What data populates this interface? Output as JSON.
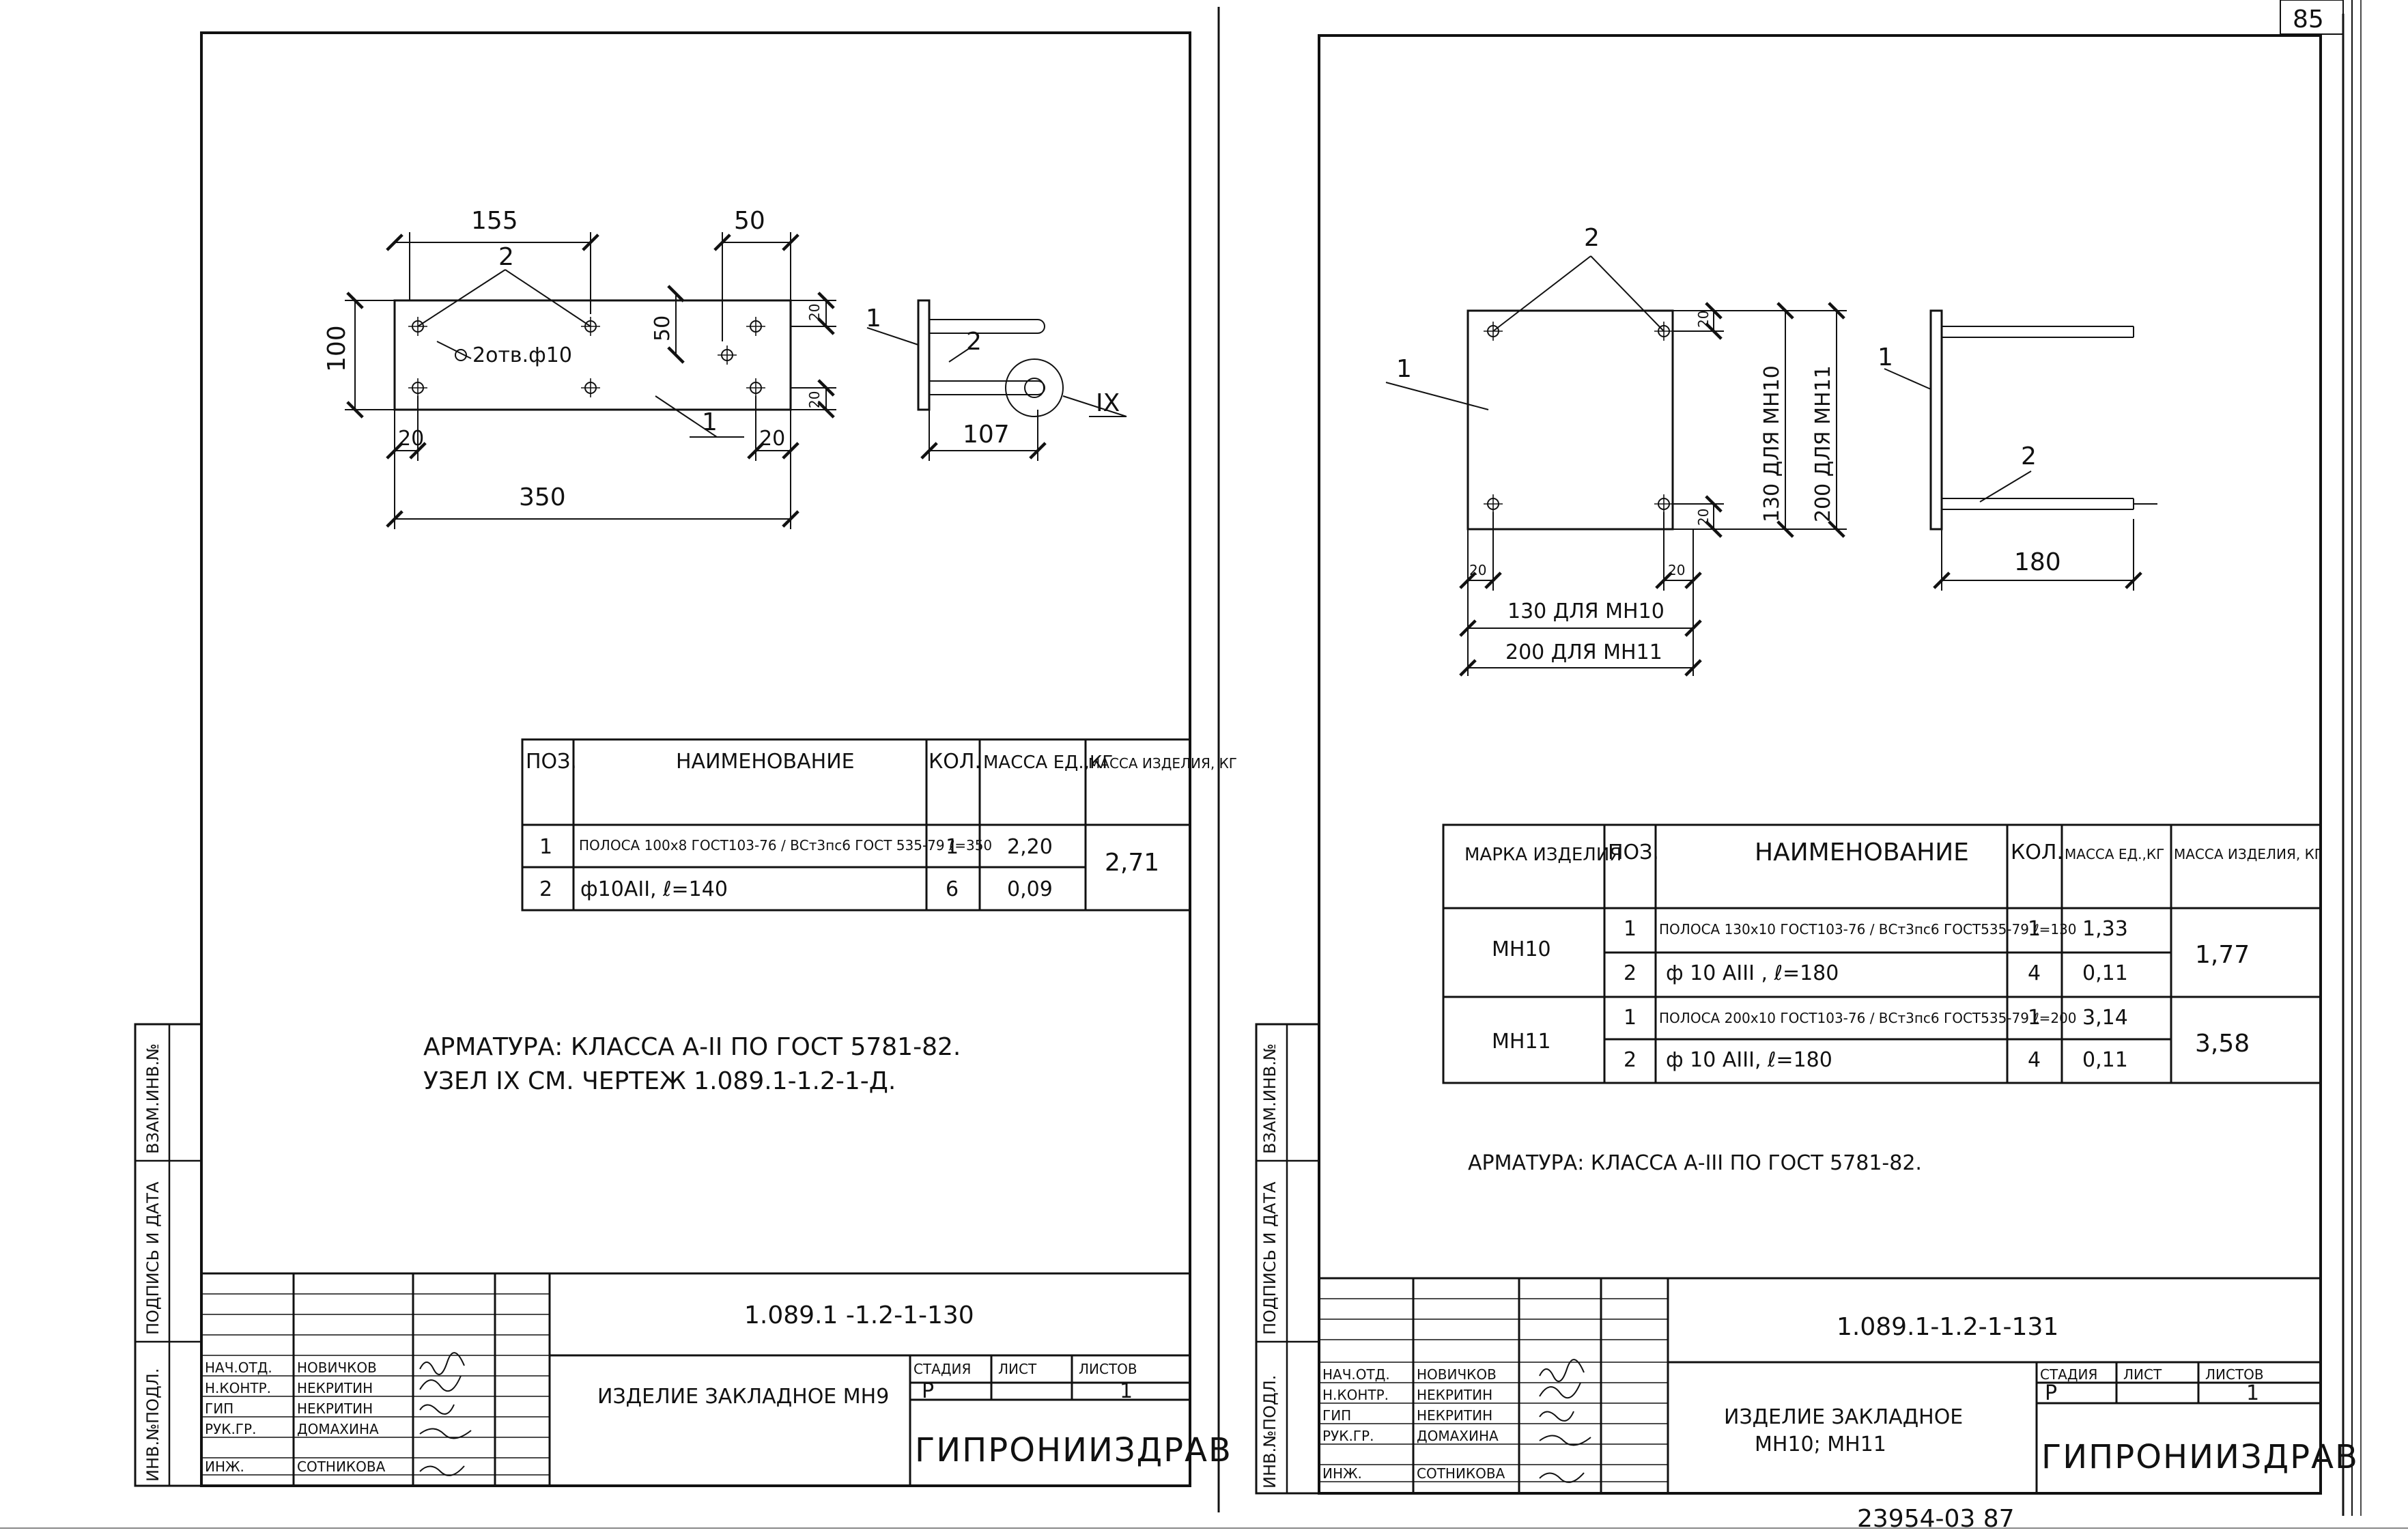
{
  "sheet_number": "85",
  "bottom_note": "23954-03   87",
  "left": {
    "drawing": {
      "dims": {
        "top_a": "155",
        "top_b": "50",
        "height": "100",
        "inner_50": "50",
        "right_20a": "20",
        "right_20b": "20",
        "left_20": "20",
        "right_bottom_20": "20",
        "overall": "350",
        "side_107": "107"
      },
      "holes_note": "2отв.ф10",
      "pos1": "1",
      "pos2a": "2",
      "pos2b": "2",
      "side_pos1": "1",
      "side_pos2": "2",
      "node": "IX"
    },
    "table": {
      "headers": {
        "pos": "ПОЗ.",
        "name": "НАИМЕНОВАНИЕ",
        "qty": "КОЛ.",
        "mass_unit": "МАССА ЕД.,КГ",
        "mass_item": "МАССА ИЗДЕЛИЯ, КГ"
      },
      "rows": [
        {
          "pos": "1",
          "name": "ПОЛОСА 100x8 ГОСТ103-76 / ВСт3пс6 ГОСТ 535-79  ℓ=350",
          "qty": "1",
          "mass_unit": "2,20"
        },
        {
          "pos": "2",
          "name": "ф10АII,    ℓ=140",
          "qty": "6",
          "mass_unit": "0,09"
        }
      ],
      "mass_item": "2,71"
    },
    "notes": [
      "АРМАТУРА: КЛАССА А-II ПО ГОСТ 5781-82.",
      "УЗЕЛ IX СМ. ЧЕРТЕЖ 1.089.1-1.2-1-Д."
    ],
    "title_block": {
      "code": "1.089.1 -1.2-1-130",
      "title": "ИЗДЕЛИЕ ЗАКЛАДНОЕ МН9",
      "roles": [
        "НАЧ.ОТД.",
        "Н.КОНТР.",
        "ГИП",
        "РУК.ГР.",
        "ИНЖ."
      ],
      "names": [
        "НОВИЧКОВ",
        "НЕКРИТИН",
        "НЕКРИТИН",
        "ДОМАХИНА",
        "СОТНИКОВА"
      ],
      "stage_label": "СТАДИЯ",
      "sheet_label": "ЛИСТ",
      "sheets_label": "ЛИСТОВ",
      "stage": "Р",
      "sheets": "1",
      "org": "ГИПРОНИИЗДРАВ"
    },
    "side_strip": [
      "ИНВ.№ПОДЛ.",
      "ПОДПИСЬ И ДАТА",
      "ВЗАМ.ИНВ.№"
    ]
  },
  "right": {
    "drawing": {
      "dims": {
        "top_20": "20",
        "bottom_20": "20",
        "left_20": "20",
        "right_20": "20",
        "v_mn10": "130 ДЛЯ МН10",
        "v_mn11": "200 ДЛЯ МН11",
        "h_mn10": "130 ДЛЯ МН10",
        "h_mn11": "200 ДЛЯ МН11",
        "side_180": "180"
      },
      "pos1": "1",
      "pos2": "2",
      "side_pos1": "1",
      "side_pos2": "2"
    },
    "table": {
      "headers": {
        "mark": "МАРКА ИЗДЕЛИЯ",
        "pos": "ПОЗ.",
        "name": "НАИМЕНОВАНИЕ",
        "qty": "КОЛ.",
        "mass_unit": "МАССА ЕД.,КГ",
        "mass_item": "МАССА ИЗДЕЛИЯ, КГ"
      },
      "groups": [
        {
          "mark": "МН10",
          "mass_item": "1,77",
          "rows": [
            {
              "pos": "1",
              "name": "ПОЛОСА 130x10 ГОСТ103-76 / ВСт3пс6 ГОСТ535-79  ℓ=130",
              "qty": "1",
              "mass_unit": "1,33"
            },
            {
              "pos": "2",
              "name": "ф 10 АIII ,  ℓ=180",
              "qty": "4",
              "mass_unit": "0,11"
            }
          ]
        },
        {
          "mark": "МН11",
          "mass_item": "3,58",
          "rows": [
            {
              "pos": "1",
              "name": "ПОЛОСА 200x10 ГОСТ103-76 / ВСт3пс6 ГОСТ535-79 ℓ=200",
              "qty": "1",
              "mass_unit": "3,14"
            },
            {
              "pos": "2",
              "name": "ф 10 АIII,  ℓ=180",
              "qty": "4",
              "mass_unit": "0,11"
            }
          ]
        }
      ]
    },
    "notes": [
      "АРМАТУРА: КЛАССА  А-III ПО  ГОСТ 5781-82."
    ],
    "title_block": {
      "code": "1.089.1-1.2-1-131",
      "title": "ИЗДЕЛИЕ ЗАКЛАДНОЕ",
      "title2": "МН10; МН11",
      "roles": [
        "НАЧ.ОТД.",
        "Н.КОНТР.",
        "ГИП",
        "РУК.ГР.",
        "ИНЖ."
      ],
      "names": [
        "НОВИЧКОВ",
        "НЕКРИТИН",
        "НЕКРИТИН",
        "ДОМАХИНА",
        "СОТНИКОВА"
      ],
      "stage_label": "СТАДИЯ",
      "sheet_label": "ЛИСТ",
      "sheets_label": "ЛИСТОВ",
      "stage": "Р",
      "sheets": "1",
      "org": "ГИПРОНИИЗДРАВ"
    },
    "side_strip": [
      "ИНВ.№ПОДЛ.",
      "ПОДПИСЬ И ДАТА",
      "ВЗАМ.ИНВ.№"
    ]
  }
}
